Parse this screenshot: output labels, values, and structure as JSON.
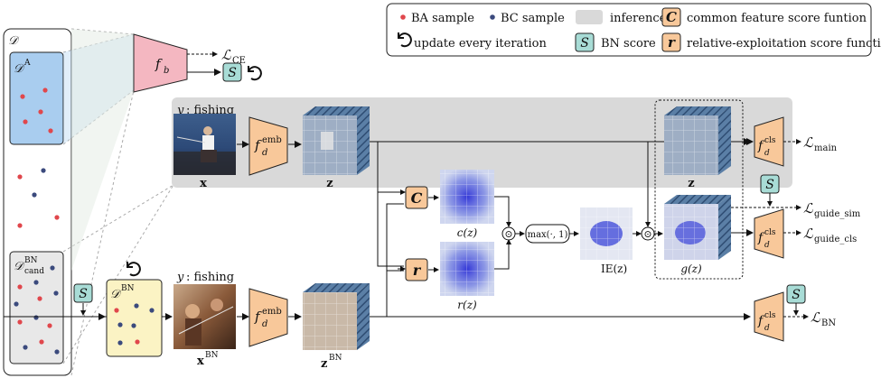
{
  "legend": {
    "ba_sample": "BA sample",
    "bc_sample": "BC sample",
    "inference": "inference",
    "c_symbol": "C",
    "common_score": "common feature score funtion",
    "update": "update every iteration",
    "s_symbol": "S",
    "bn_score": "BN score",
    "r_symbol": "r",
    "relative_score": "relative-exploitation score function"
  },
  "colors": {
    "ba": "#e0474c",
    "bc": "#3b4a7d",
    "inference_bg": "#d9d9d9",
    "score_orange": "#f8c89a",
    "bn_teal": "#a8dcd6",
    "da_blue": "#a9cdef",
    "dbn_yellow": "#fbf3c4",
    "fb_pink": "#f4b7c1"
  },
  "datasets": {
    "d": "𝒟",
    "da": "𝒟",
    "da_sup": "A",
    "dcand": "𝒟",
    "dcand_sup": "BN",
    "dcand_sub": "cand",
    "dbn": "𝒟",
    "dbn_sup": "BN"
  },
  "fb": {
    "f": "f",
    "sub": "b"
  },
  "losses": {
    "ce_l": "ℒ",
    "ce_sub": "CE",
    "main_l": "ℒ",
    "main_sub": "main",
    "gsim_l": "ℒ",
    "gsim_sub": "guide_sim",
    "gcls_l": "ℒ",
    "gcls_sub": "guide_cls",
    "bn_l": "ℒ",
    "bn_sub": "BN"
  },
  "top": {
    "label_y": "y",
    "label_rest": ": fishing",
    "x": "x",
    "z": "z"
  },
  "bottom": {
    "label_y": "y",
    "label_rest": ": fishing",
    "x": "x",
    "x_sup": "BN",
    "z": "z",
    "z_sup": "BN"
  },
  "emb": {
    "f": "f",
    "sub": "d",
    "sup": "emb"
  },
  "cls": {
    "f": "f",
    "sub": "d",
    "sup": "cls"
  },
  "ops": {
    "c_label": "c(z)",
    "r_label": "r(z)",
    "max_op": "max(·, 1)",
    "odot": "⊙",
    "ie_label": "IE(z)",
    "g_label": "g(z)",
    "z_final": "z"
  }
}
